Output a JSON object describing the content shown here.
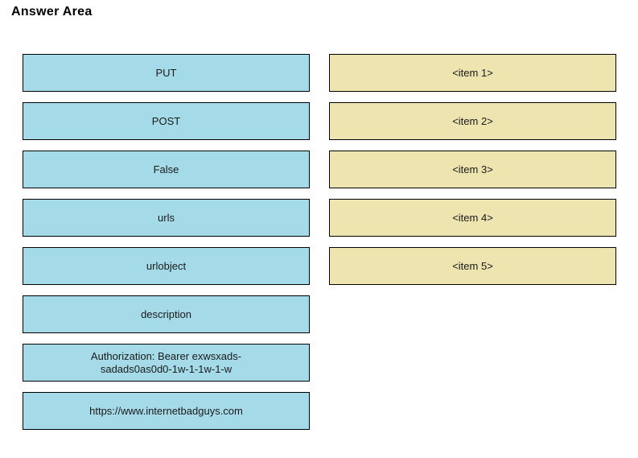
{
  "title": "Answer Area",
  "colors": {
    "option_bg": "#a5dbe8",
    "target_bg": "#ede4af",
    "border": "#000000"
  },
  "left_options": [
    "PUT",
    "POST",
    "False",
    "urls",
    "urlobject",
    "description",
    "Authorization: Bearer exwsxads-sadads0as0d0-1w-1-1w-1-w",
    "https://www.internetbadguys.com"
  ],
  "right_targets": [
    "<item 1>",
    "<item 2>",
    "<item 3>",
    "<item 4>",
    "<item 5>"
  ]
}
